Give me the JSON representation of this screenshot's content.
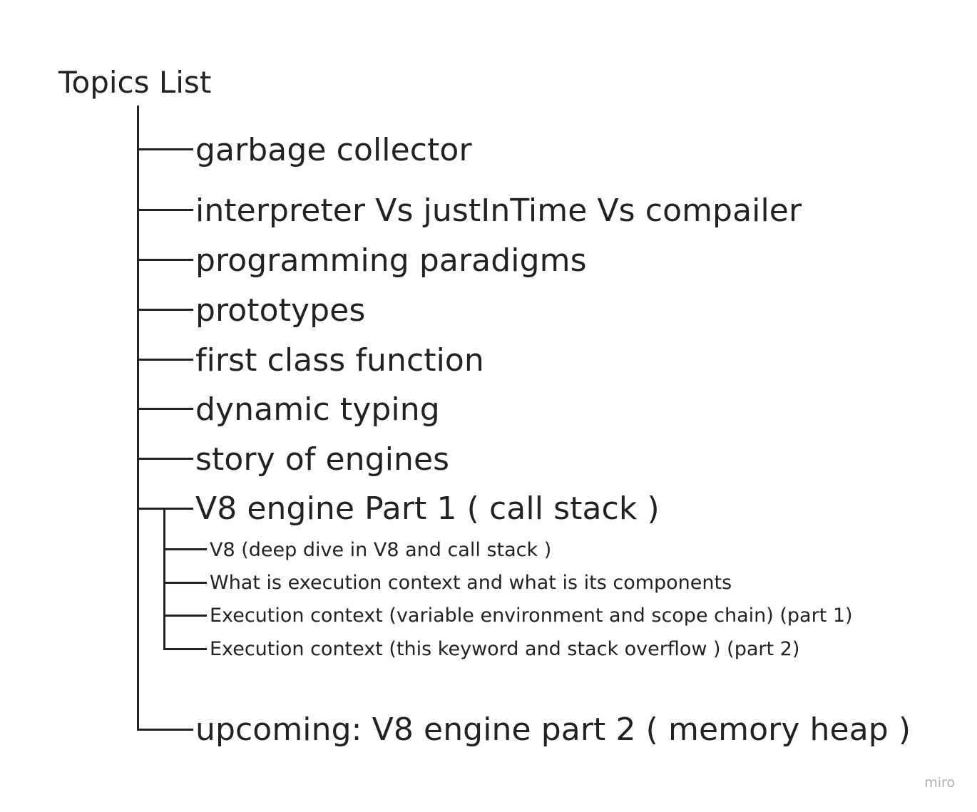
{
  "diagram": {
    "title": "Topics List",
    "items": [
      {
        "label": "garbage collector"
      },
      {
        "label": "interpreter Vs justInTime Vs compailer"
      },
      {
        "label": "programming paradigms"
      },
      {
        "label": "prototypes"
      },
      {
        "label": "first class function"
      },
      {
        "label": "dynamic typing"
      },
      {
        "label": "story of engines"
      },
      {
        "label": "V8 engine Part 1 ( call stack )",
        "children": [
          {
            "label": "V8 (deep dive in V8 and call stack )"
          },
          {
            "label": "What is execution context and what is its components"
          },
          {
            "label": "Execution context (variable environment and scope chain) (part 1)"
          },
          {
            "label": "Execution context (this keyword and stack overflow ) (part 2)"
          }
        ]
      },
      {
        "label": "upcoming: V8 engine part 2 ( memory heap )"
      }
    ],
    "line_color": "#222222",
    "text_color": "#222222"
  },
  "watermark": {
    "label": "miro",
    "color": "#b0b0b0"
  }
}
